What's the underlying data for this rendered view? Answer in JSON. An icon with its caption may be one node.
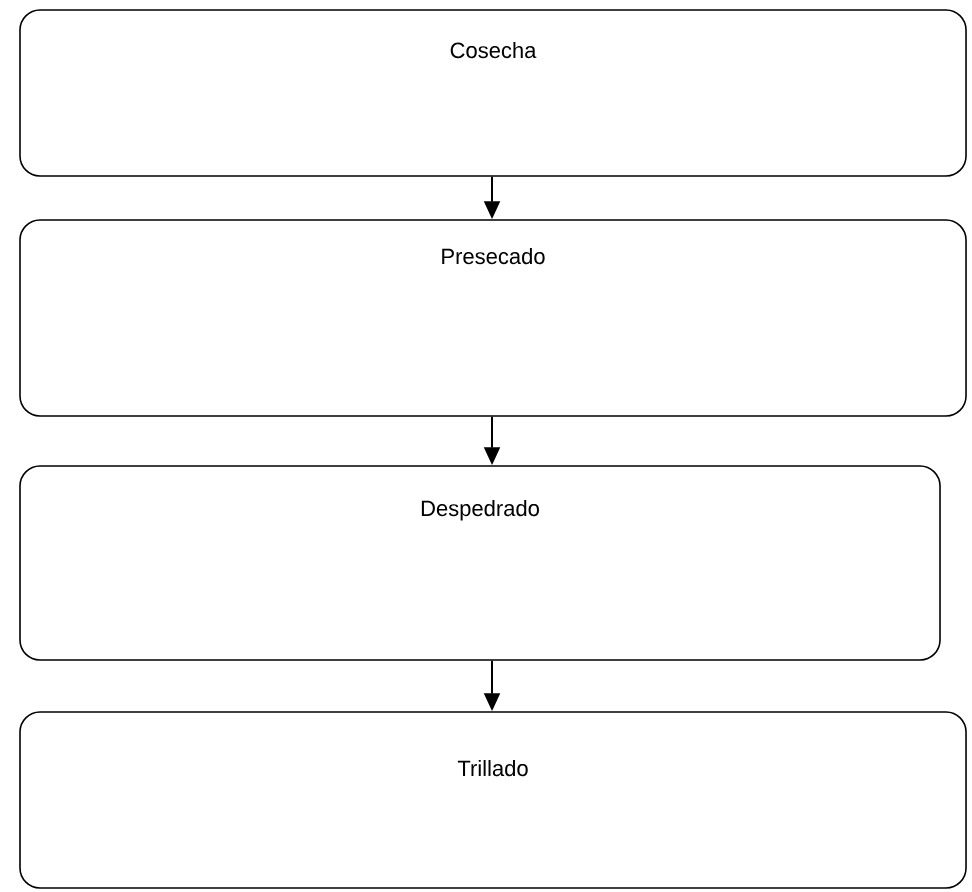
{
  "diagram": {
    "nodes": [
      {
        "text": [
          "Cosecha"
        ]
      },
      {
        "text": [
          "Presecado"
        ]
      },
      {
        "text": [
          "Despedrado"
        ]
      },
      {
        "text": [
          "Trillado"
        ]
      }
    ],
    "edges": [
      {
        "from": 0,
        "to": 1,
        "arrow": "to"
      },
      {
        "from": 1,
        "to": 2,
        "arrow": "to"
      },
      {
        "from": 2,
        "to": 3,
        "arrow": "to"
      }
    ]
  }
}
